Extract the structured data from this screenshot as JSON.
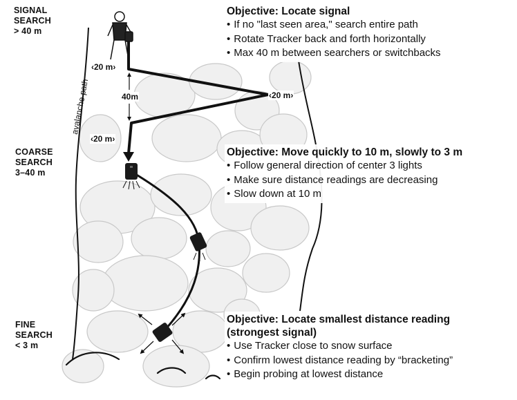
{
  "phases": {
    "signal": {
      "line1": "SIGNAL",
      "line2": "SEARCH",
      "line3": "> 40 m"
    },
    "coarse": {
      "line1": "COARSE",
      "line2": "SEARCH",
      "line3": "3–40 m"
    },
    "fine": {
      "line1": "FINE",
      "line2": "SEARCH",
      "line3": "< 3 m"
    }
  },
  "objectives": {
    "signal": {
      "title": "Objective: Locate signal",
      "items": [
        "If no \"last seen area,\" search entire path",
        "Rotate Tracker back and forth horizontally",
        "Max 40 m between searchers or switchbacks"
      ]
    },
    "coarse": {
      "title": "Objective: Move quickly to 10 m, slowly to 3 m",
      "items": [
        "Follow general direction of center 3 lights",
        "Make sure distance readings are decreasing",
        "Slow down at 10 m"
      ]
    },
    "fine": {
      "title_line1": "Objective: Locate smallest distance reading",
      "title_line2": "(strongest signal)",
      "items": [
        "Use Tracker close to snow surface",
        "Confirm lowest distance reading by “bracketing”",
        "Begin probing at lowest distance"
      ]
    }
  },
  "labels": {
    "avalanche_path": "avalanche path",
    "dist_20_top": "‹20 m›",
    "dist_40": "40m",
    "dist_20_right": "‹20 m›",
    "dist_20_bottom": "‹20 m›"
  },
  "bullet": "•"
}
